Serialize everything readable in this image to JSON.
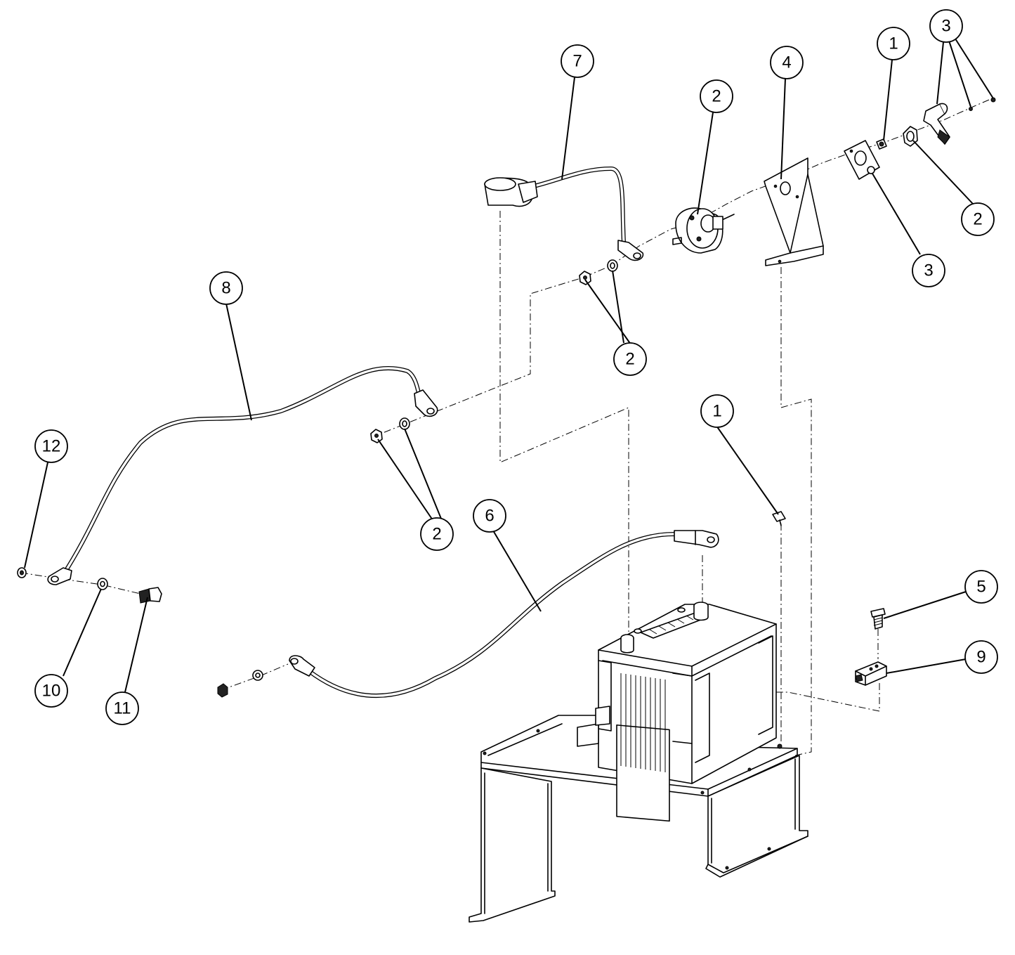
{
  "callouts": [
    {
      "id": "c7",
      "label": "7"
    },
    {
      "id": "c2a",
      "label": "2"
    },
    {
      "id": "c4",
      "label": "4"
    },
    {
      "id": "c1a",
      "label": "1"
    },
    {
      "id": "c3a",
      "label": "3"
    },
    {
      "id": "c2b",
      "label": "2"
    },
    {
      "id": "c3b",
      "label": "3"
    },
    {
      "id": "c8",
      "label": "8"
    },
    {
      "id": "c2c",
      "label": "2"
    },
    {
      "id": "c1b",
      "label": "1"
    },
    {
      "id": "c12",
      "label": "12"
    },
    {
      "id": "c6",
      "label": "6"
    },
    {
      "id": "c2d",
      "label": "2"
    },
    {
      "id": "c5",
      "label": "5"
    },
    {
      "id": "c9",
      "label": "9"
    },
    {
      "id": "c10",
      "label": "10"
    },
    {
      "id": "c11",
      "label": "11"
    }
  ],
  "colors": {
    "line": "#000000",
    "background": "#ffffff"
  }
}
